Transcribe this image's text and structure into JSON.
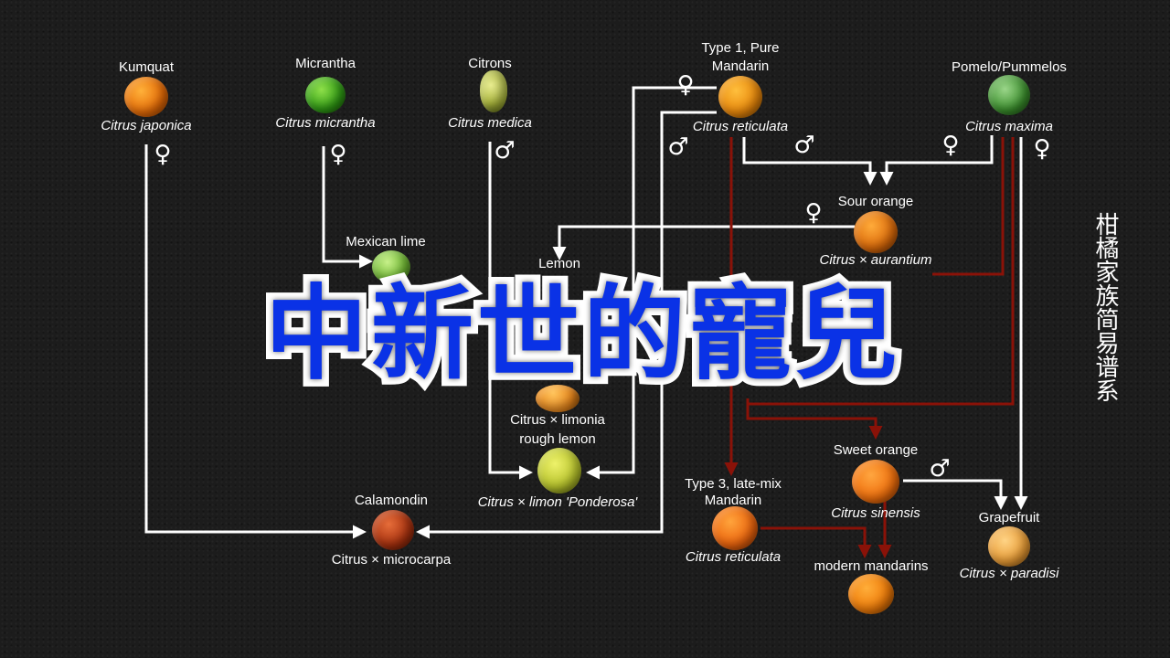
{
  "vertical_title": "柑橘家族简易谱系",
  "banner": "中新世的寵兒",
  "nodes": {
    "kumquat": {
      "name": "Kumquat",
      "sci": "Citrus japonica"
    },
    "micrantha": {
      "name": "Micrantha",
      "sci": "Citrus micrantha"
    },
    "citrons": {
      "name": "Citrons",
      "sci": "Citrus medica"
    },
    "mandarin": {
      "name_1": "Type 1, Pure",
      "name_2": "Mandarin",
      "sci": "Citrus reticulata"
    },
    "pomelo": {
      "name": "Pomelo/Pummelos",
      "sci": "Citrus maxima"
    },
    "sour_orange": {
      "name": "Sour orange",
      "sci": "Citrus × aurantium"
    },
    "mexican_lime": {
      "name": "Mexican lime"
    },
    "lemon": {
      "name": "Lemon"
    },
    "rough_lemon": {
      "sci": "Citrus × limonia",
      "name": "rough lemon"
    },
    "ponderosa": {
      "sci": "Citrus × limon 'Ponderosa'"
    },
    "calamondin": {
      "name": "Calamondin",
      "sci": "Citrus × microcarpa"
    },
    "sweet_orange": {
      "name": "Sweet orange",
      "sci": "Citrus sinensis"
    },
    "late_mandarin": {
      "name_1": "Type 3, late-mix",
      "name_2": "Mandarin",
      "sci": "Citrus reticulata"
    },
    "grapefruit": {
      "name": "Grapefruit",
      "sci": "Citrus × paradisi"
    },
    "modern_mandarins": {
      "name": "modern mandarins"
    }
  },
  "symbols": {
    "female": "♀",
    "male": "♂"
  },
  "colors": {
    "background": "#1c1c1c",
    "white_line": "#ffffff",
    "red_line": "#8a1208",
    "banner_fill": "#0a32e6",
    "banner_stroke": "#ffffff"
  }
}
